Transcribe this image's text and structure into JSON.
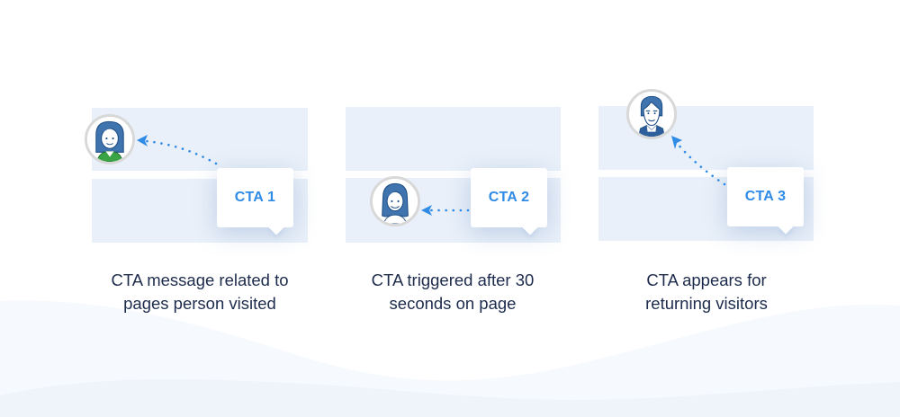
{
  "colors": {
    "panel": "#e9f0f9",
    "cta_text": "#2f8be6",
    "arrow": "#2f8be6",
    "caption_text": "#1d2b4c",
    "avatar_hair": "#3f74ae",
    "avatar_border": "#d8d8d8",
    "background_wave": "#f2f7fc"
  },
  "scenarios": [
    {
      "cta_label": "CTA 1",
      "caption_line1": "CTA message related to",
      "caption_line2": "pages person visited",
      "avatar": "woman-short-hair-icon"
    },
    {
      "cta_label": "CTA 2",
      "caption_line1": "CTA triggered after 30",
      "caption_line2": "seconds on page",
      "avatar": "woman-long-hair-icon"
    },
    {
      "cta_label": "CTA 3",
      "caption_line1": "CTA appears for",
      "caption_line2": "returning visitors",
      "avatar": "man-icon"
    }
  ]
}
